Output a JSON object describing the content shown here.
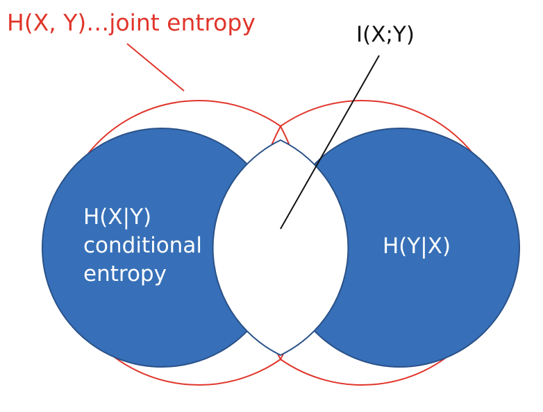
{
  "colors": {
    "outline": "#e0352b",
    "circle_fill": "#3770b8",
    "circle_stroke": "#2a5189",
    "overlap_fill": "#ffffff",
    "text_dark": "#111111",
    "text_light": "#ffffff"
  },
  "joint_label": "H(X, Y)…joint entropy",
  "mutual_label": "I(X;Y)",
  "left_region": {
    "line1": "H(X|Y)",
    "line2": "conditional",
    "line3": "entropy"
  },
  "right_region": {
    "label": "H(Y|X)"
  }
}
